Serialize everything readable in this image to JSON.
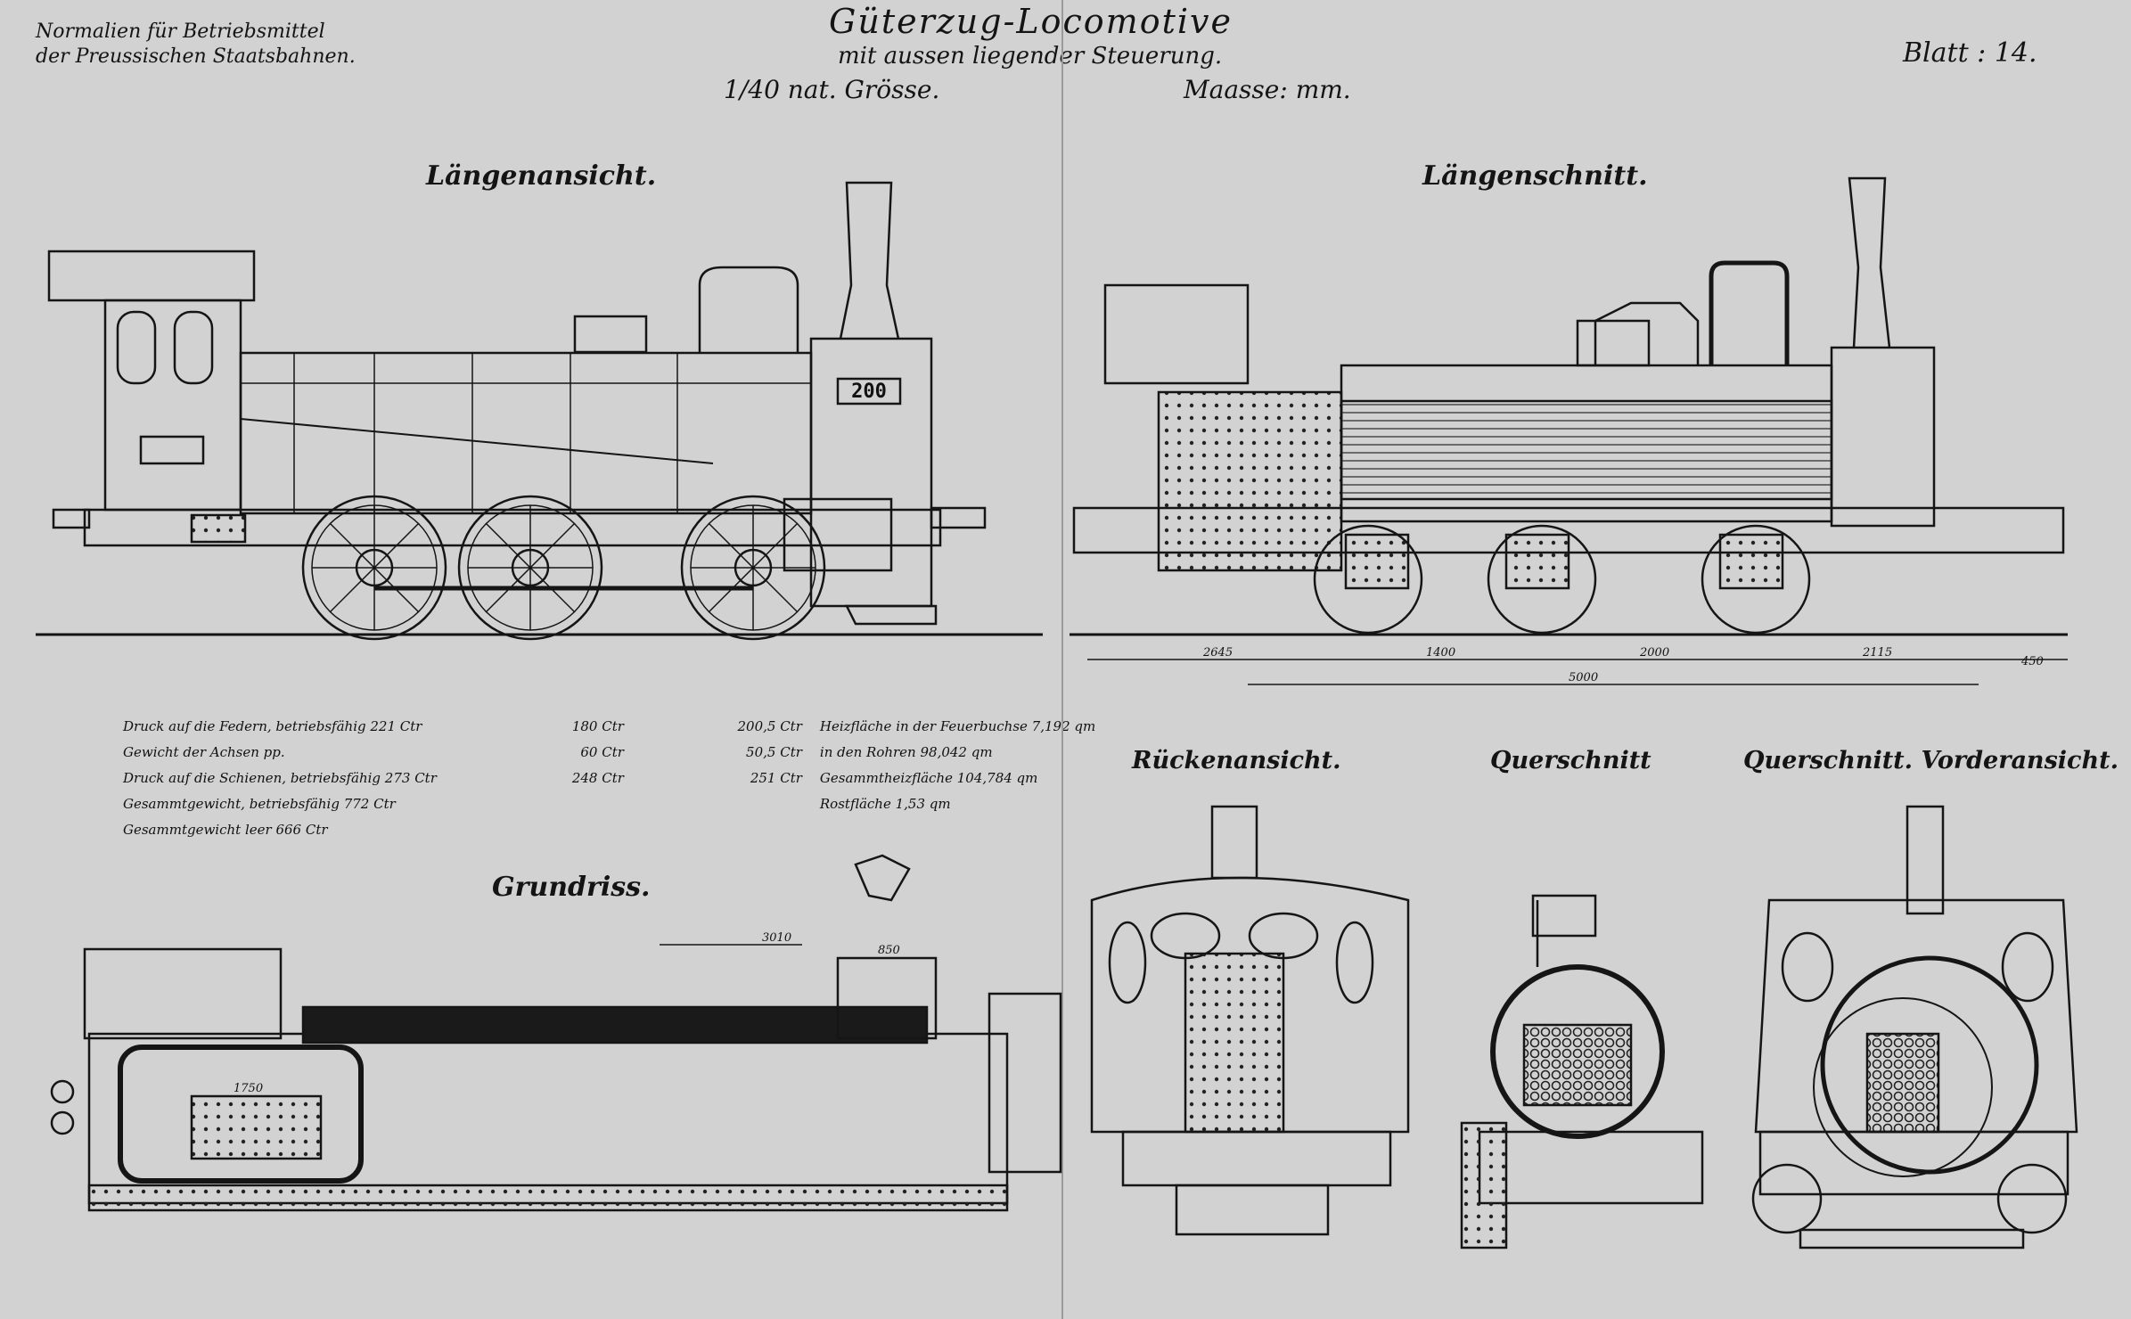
{
  "header": {
    "norm_line1": "Normalien für Betriebsmittel",
    "norm_line2": "der Preussischen Staatsbahnen.",
    "title": "Güterzug-Locomotive",
    "subtitle": "mit aussen liegender Steuerung.",
    "scale": "1/40 nat. Grösse.",
    "units": "Maasse: mm.",
    "sheet": "Blatt : 14."
  },
  "views": {
    "side": "Längenansicht.",
    "section": "Längenschnitt.",
    "plan": "Grundriss.",
    "rear": "Rückenansicht.",
    "cross": "Querschnitt",
    "cross_front": "Querschnitt. Vorderansicht."
  },
  "loco_number": "200",
  "specs": [
    {
      "label": "Druck auf die Federn, betriebsfähig 221 Ctr",
      "v1": "180 Ctr",
      "v2": "200,5 Ctr",
      "label2": "Heizfläche in der Feuerbuchse 7,192 qm"
    },
    {
      "label": "Gewicht der Achsen pp.",
      "v1": "60 Ctr",
      "v2": "50,5 Ctr",
      "label2": "in den Rohren 98,042 qm"
    },
    {
      "label": "Druck auf die Schienen, betriebsfähig 273 Ctr",
      "v1": "248 Ctr",
      "v2": "251 Ctr",
      "label2": "Gesammtheizfläche 104,784 qm"
    },
    {
      "label": "Gesammtgewicht, betriebsfähig 772 Ctr",
      "v1": "",
      "v2": "",
      "label2": "Rostfläche 1,53 qm"
    },
    {
      "label": "Gesammtgewicht leer 666 Ctr",
      "v1": "",
      "v2": "",
      "label2": ""
    }
  ],
  "dimensions": {
    "d1": "2645",
    "d2": "1400",
    "d3": "2000",
    "d4": "2115",
    "d5": "450",
    "total": "5000",
    "plan_w": "1750",
    "plan_a": "3010",
    "plan_b": "850"
  }
}
